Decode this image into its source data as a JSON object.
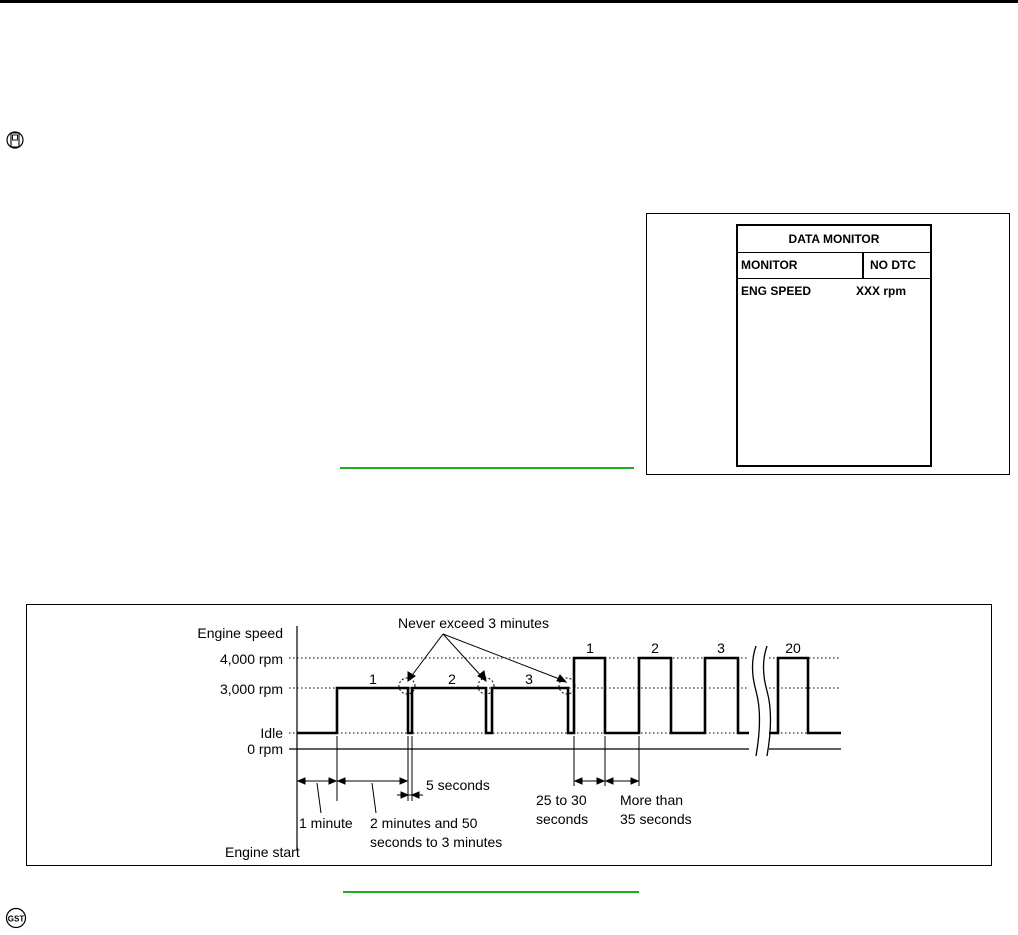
{
  "data_monitor": {
    "title": "DATA MONITOR",
    "header_left": "MONITOR",
    "header_right": "NO DTC",
    "item_label": "ENG SPEED",
    "item_value": "XXX rpm"
  },
  "timing_chart": {
    "y_title": "Engine speed",
    "y_labels": [
      "4,000 rpm",
      "3,000 rpm",
      "Idle",
      "0 rpm"
    ],
    "top_note": "Never exceed 3 minutes",
    "cycle_labels_3000": [
      "1",
      "2",
      "3"
    ],
    "cycle_labels_4000": [
      "1",
      "2",
      "3",
      "20"
    ],
    "short_interval": "5 seconds",
    "interval_1": "1 minute",
    "interval_2_line1": "2 minutes and 50",
    "interval_2_line2": "seconds to 3 minutes",
    "interval_3_line1": "25 to 30",
    "interval_3_line2": "seconds",
    "interval_4_line1": "More than",
    "interval_4_line2": "35 seconds",
    "engine_start": "Engine start"
  },
  "colors": {
    "link_line": "#1bb01b"
  },
  "icons": [
    "consult-icon",
    "gst-icon"
  ]
}
